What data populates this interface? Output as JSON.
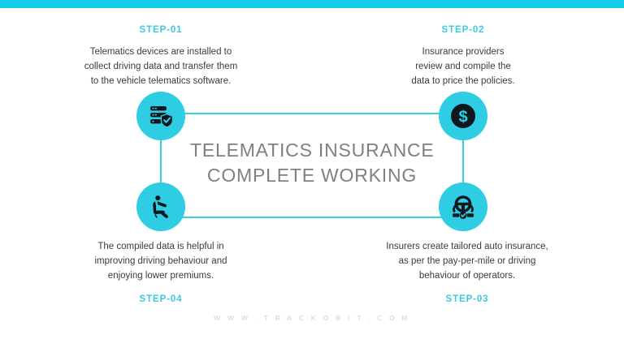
{
  "theme": {
    "accent_cyan": "#16cce8",
    "node_cyan": "#2ecde4",
    "line_cyan": "#3ecfe4",
    "label_cyan": "#3ec8e0",
    "title_grey": "#808080",
    "body_grey": "#3b3b3b",
    "footer_grey": "#dadee1",
    "background": "#ffffff",
    "icon_dark": "#10171e"
  },
  "center": {
    "title_line_1": "TELEMATICS INSURANCE",
    "title_line_2": "COMPLETE WORKING"
  },
  "steps": [
    {
      "id": "step-01",
      "label": "STEP-01",
      "icon": "server-shield-icon",
      "desc_lines": [
        "Telematics devices are installed to",
        "collect driving data and transfer them",
        "to the vehicle telematics software."
      ]
    },
    {
      "id": "step-02",
      "label": "STEP-02",
      "icon": "dollar-coin-icon",
      "desc_lines": [
        "Insurance providers",
        "review and compile the",
        "data to price the policies."
      ]
    },
    {
      "id": "step-03",
      "label": "STEP-03",
      "icon": "steering-wheel-hands-check-icon",
      "desc_lines": [
        "Insurers create tailored auto insurance,",
        "as per the pay-per-mile or driving",
        "behaviour of operators."
      ]
    },
    {
      "id": "step-04",
      "label": "STEP-04",
      "icon": "seated-driver-icon",
      "desc_lines": [
        "The compiled data is helpful in",
        "improving driving behaviour and",
        "enjoying lower premiums."
      ]
    }
  ],
  "footer": {
    "website": "W W W . T R A C K O B I T . C O M"
  }
}
